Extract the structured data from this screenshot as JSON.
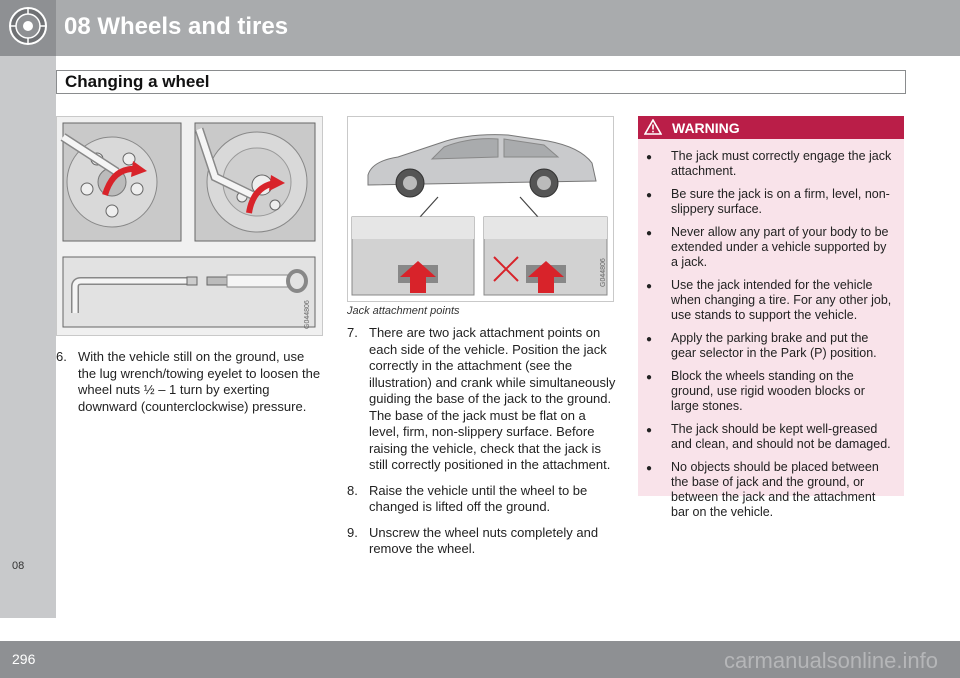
{
  "header": {
    "chapter": "08  Wheels and tires",
    "section": "Changing a wheel"
  },
  "sidebar": {
    "tab_label": "08"
  },
  "footer": {
    "page_number": "296",
    "watermark": "carmanualsonline.info"
  },
  "figures": {
    "left_code": "G044806",
    "right_code": "G044806",
    "right_caption": "Jack attachment points"
  },
  "left_steps": [
    {
      "num": "6.",
      "text": "With the vehicle still on the ground, use the lug wrench/towing eyelet to loosen the wheel nuts ½ – 1 turn by exerting downward (counterclockwise) pressure."
    }
  ],
  "mid_steps": [
    {
      "num": "7.",
      "text": "There are two jack attachment points on each side of the vehicle. Position the jack correctly in the attachment (see the illustration) and crank while simultaneously guiding the base of the jack to the ground. The base of the jack must be flat on a level, firm, non-slippery surface. Before raising the vehicle, check that the jack is still correctly positioned in the attachment."
    },
    {
      "num": "8.",
      "text": "Raise the vehicle until the wheel to be changed is lifted off the ground."
    },
    {
      "num": "9.",
      "text": "Unscrew the wheel nuts completely and remove the wheel."
    }
  ],
  "warning": {
    "title": "WARNING",
    "items": [
      "The jack must correctly engage the jack attachment.",
      "Be sure the jack is on a firm, level, non-slippery surface.",
      "Never allow any part of your body to be extended under a vehicle supported by a jack.",
      "Use the jack intended for the vehicle when changing a tire. For any other job, use stands to support the vehicle.",
      "Apply the parking brake and put the gear selector in the Park (P) position.",
      "Block the wheels standing on the ground, use rigid wooden blocks or large stones.",
      "The jack should be kept well-greased and clean, and should not be damaged.",
      "No objects should be placed between the base of jack and the ground, or between the jack and the attachment bar on the vehicle."
    ]
  },
  "colors": {
    "header_bg": "#a9abad",
    "warning_red": "#ba1e48",
    "warning_bg": "#f9e3ea",
    "arrow_red": "#d8232a"
  },
  "icons": [
    "tire-icon",
    "warning-triangle-icon"
  ]
}
